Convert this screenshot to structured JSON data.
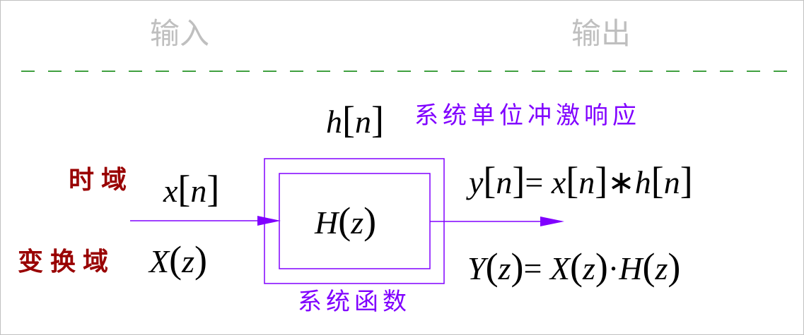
{
  "headers": {
    "input": "输入",
    "output": "输出"
  },
  "colors": {
    "header_gray": "#bfbfbf",
    "divider_green": "#008000",
    "diagram_purple": "#8000ff",
    "domain_label_red": "#990000"
  },
  "domain_labels": {
    "time": "时域",
    "transform": "变换域"
  },
  "input_signals": {
    "time": "x[n]",
    "transform": "X(z)"
  },
  "system": {
    "impulse_symbol": "h[n]",
    "impulse_label": "系统单位冲激响应",
    "transfer_function": "H(z)",
    "transfer_label": "系统函数"
  },
  "output_equations": {
    "time": "y[n] = x[n] * h[n]",
    "transform": "Y(z) = X(z) · H(z)"
  }
}
